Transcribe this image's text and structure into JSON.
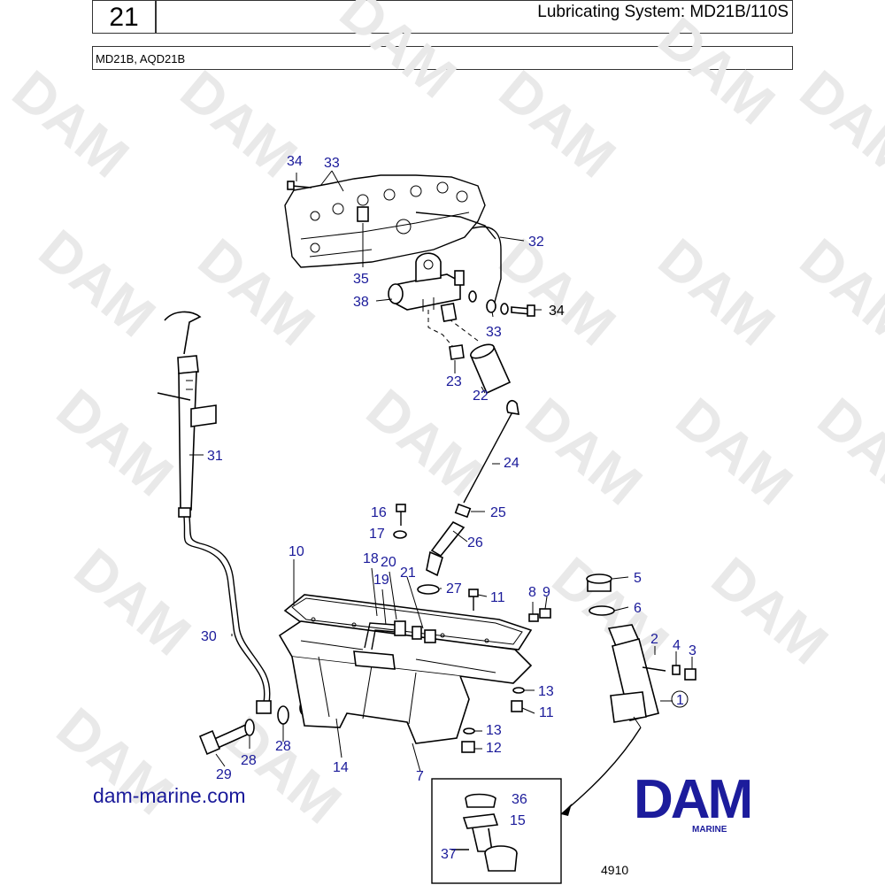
{
  "header": {
    "section_number": "21",
    "title": "Lubricating System: MD21B/110S",
    "models": "MD21B, AQD21B"
  },
  "watermark": {
    "text": "DAM"
  },
  "callouts": [
    {
      "id": "c34a",
      "text": "34"
    },
    {
      "id": "c33a",
      "text": "33"
    },
    {
      "id": "c32",
      "text": "32"
    },
    {
      "id": "c35",
      "text": "35"
    },
    {
      "id": "c38",
      "text": "38"
    },
    {
      "id": "c34b",
      "text": "34"
    },
    {
      "id": "c33b",
      "text": "33"
    },
    {
      "id": "c23",
      "text": "23"
    },
    {
      "id": "c22",
      "text": "22"
    },
    {
      "id": "c31",
      "text": "31"
    },
    {
      "id": "c24",
      "text": "24"
    },
    {
      "id": "c16",
      "text": "16"
    },
    {
      "id": "c25",
      "text": "25"
    },
    {
      "id": "c17",
      "text": "17"
    },
    {
      "id": "c26",
      "text": "26"
    },
    {
      "id": "c10",
      "text": "10"
    },
    {
      "id": "c18",
      "text": "18"
    },
    {
      "id": "c20",
      "text": "20"
    },
    {
      "id": "c21",
      "text": "21"
    },
    {
      "id": "c19",
      "text": "19"
    },
    {
      "id": "c27",
      "text": "27"
    },
    {
      "id": "c11a",
      "text": "11"
    },
    {
      "id": "c8",
      "text": "8"
    },
    {
      "id": "c9",
      "text": "9"
    },
    {
      "id": "c5",
      "text": "5"
    },
    {
      "id": "c6",
      "text": "6"
    },
    {
      "id": "c30",
      "text": "30"
    },
    {
      "id": "c2",
      "text": "2"
    },
    {
      "id": "c4",
      "text": "4"
    },
    {
      "id": "c3",
      "text": "3"
    },
    {
      "id": "c13a",
      "text": "13"
    },
    {
      "id": "c1",
      "text": "1"
    },
    {
      "id": "c11b",
      "text": "11"
    },
    {
      "id": "c13b",
      "text": "13"
    },
    {
      "id": "c28a",
      "text": "28"
    },
    {
      "id": "c12",
      "text": "12"
    },
    {
      "id": "c28b",
      "text": "28"
    },
    {
      "id": "c14",
      "text": "14"
    },
    {
      "id": "c29",
      "text": "29"
    },
    {
      "id": "c7",
      "text": "7"
    },
    {
      "id": "c36",
      "text": "36"
    },
    {
      "id": "c15",
      "text": "15"
    },
    {
      "id": "c37",
      "text": "37"
    }
  ],
  "website": "dam-marine.com",
  "logo": {
    "text": "DAM",
    "subtitle": "MARINE",
    "color": "#1c1c9c"
  },
  "figure_number": "4910"
}
